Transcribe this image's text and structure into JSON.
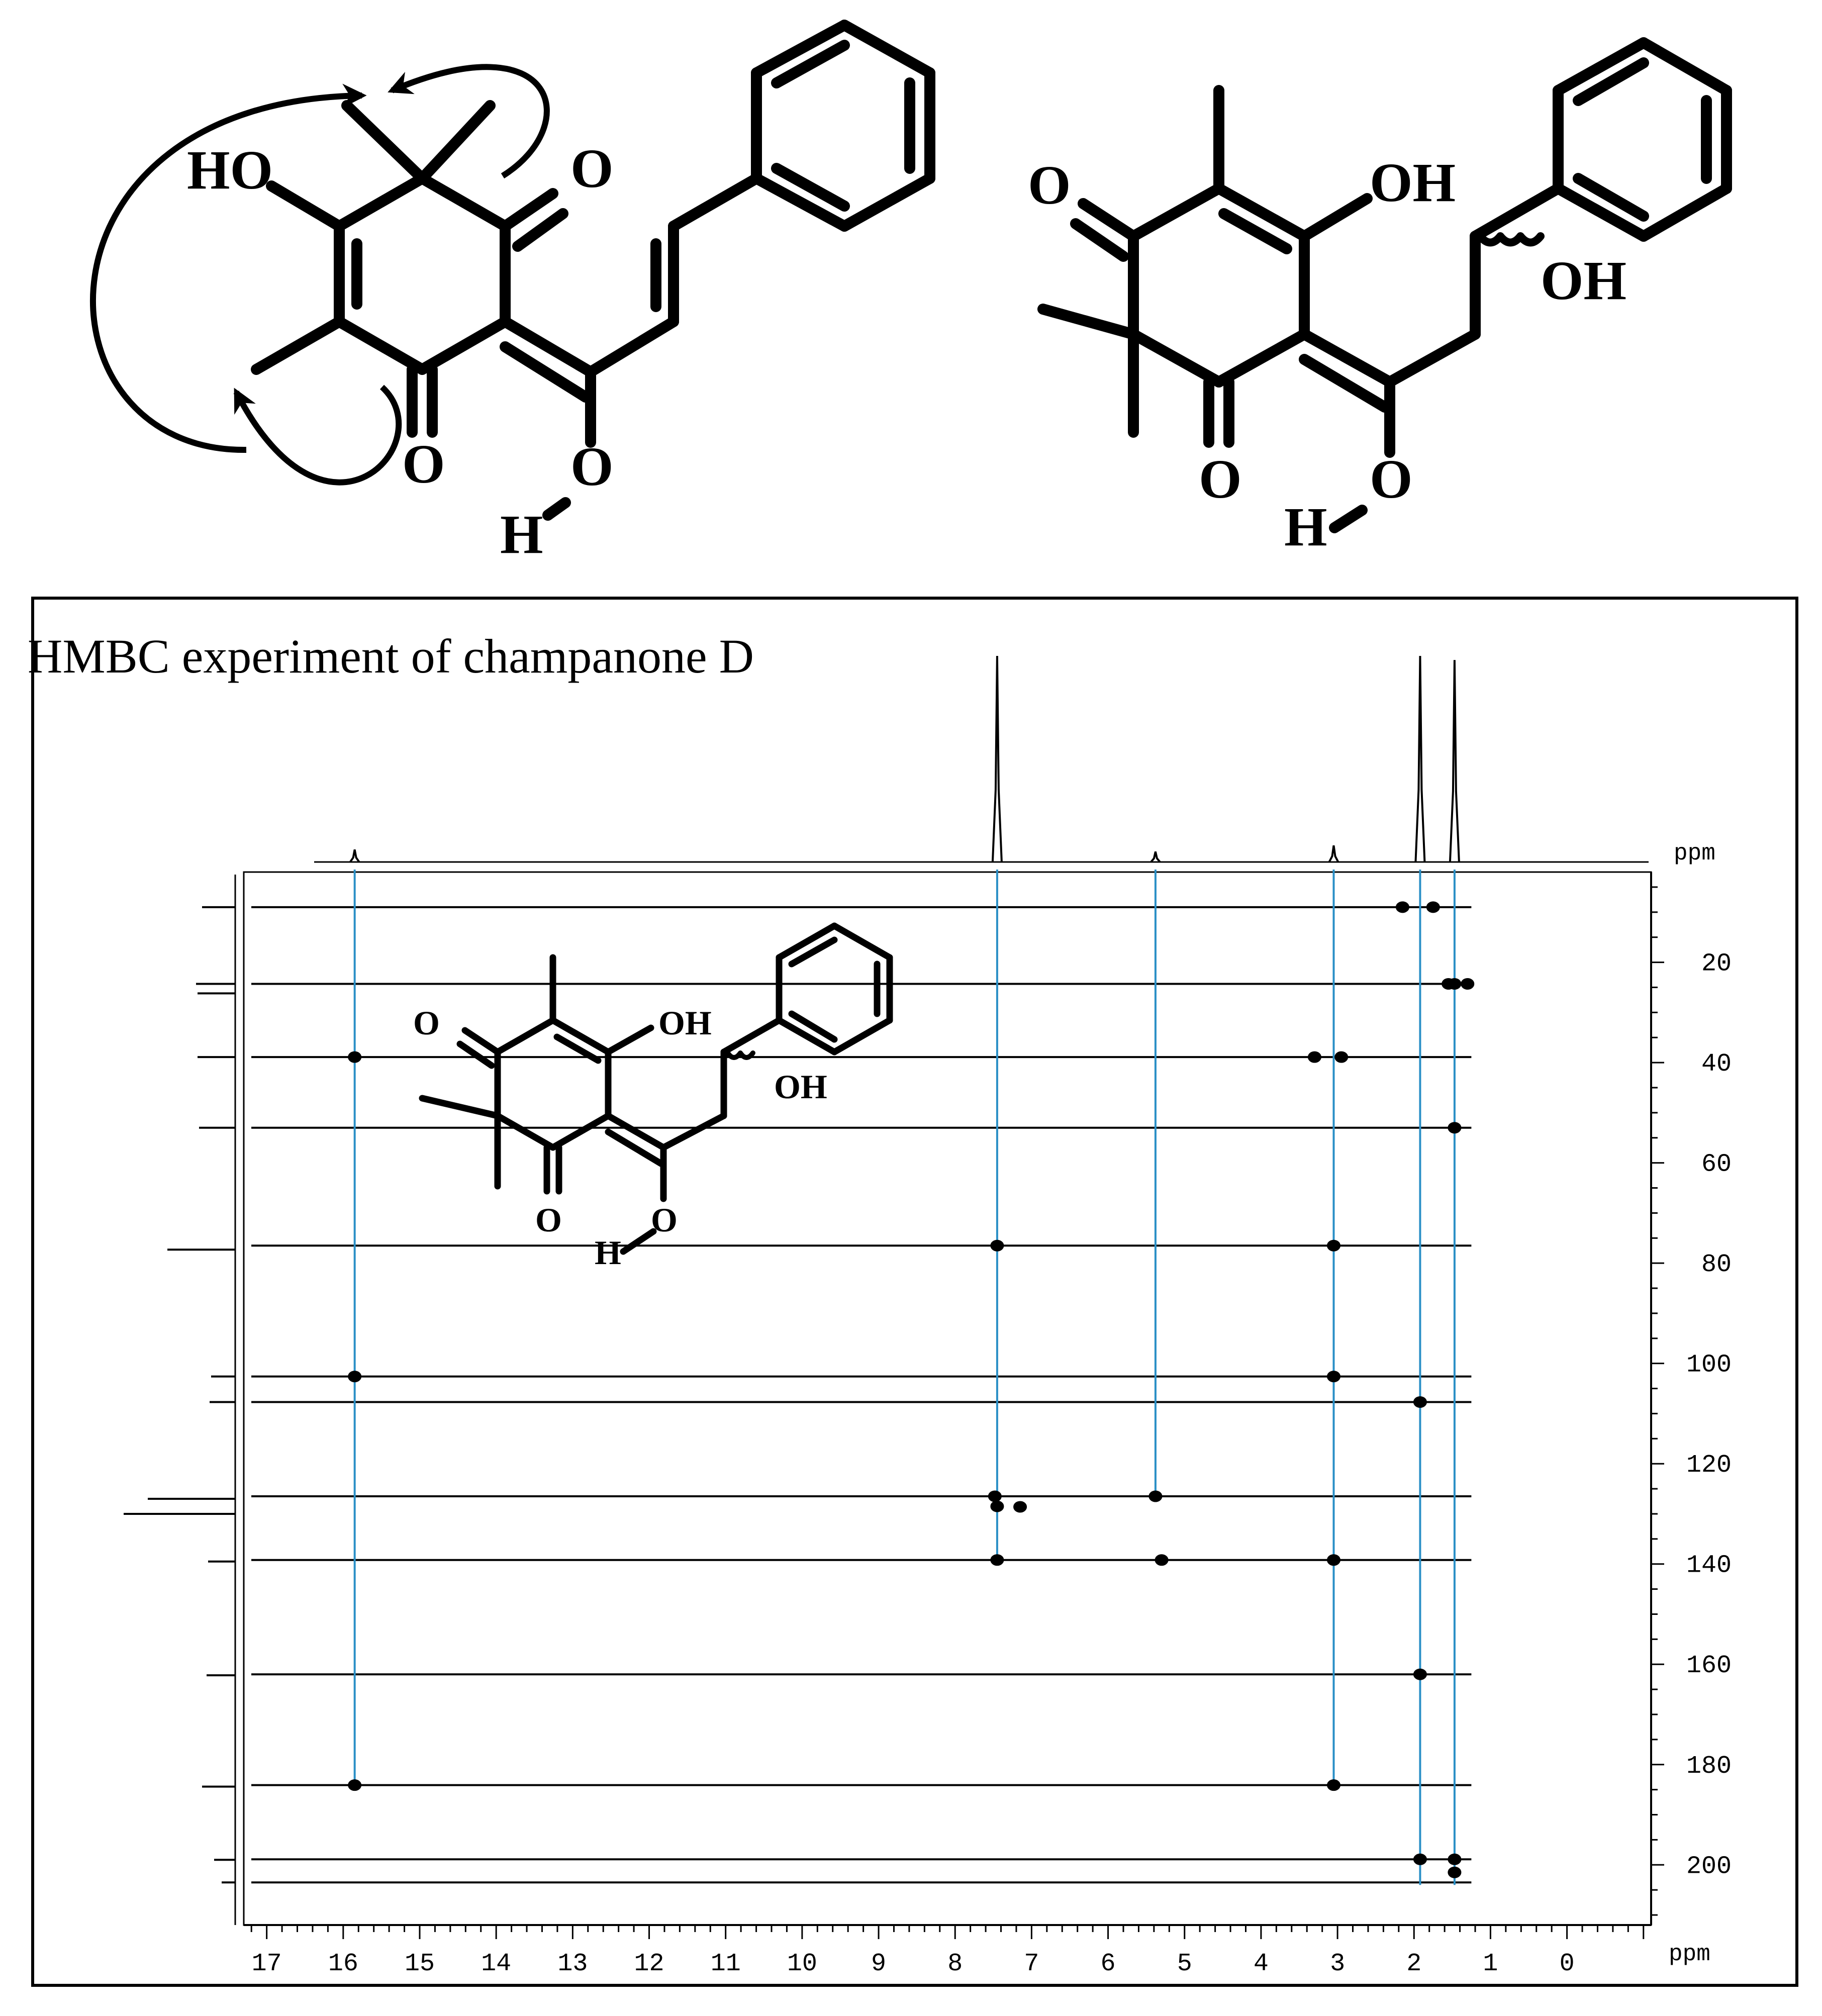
{
  "title": "HMBC experiment of champanone D",
  "structures": {
    "top_left": {
      "atoms": [
        "HO",
        "O",
        "O",
        "O",
        "H"
      ]
    },
    "top_right": {
      "atoms": [
        "O",
        "OH",
        "OH",
        "O",
        "O",
        "H"
      ]
    },
    "inset": {
      "atoms": [
        "O",
        "OH",
        "OH",
        "O",
        "O",
        "H"
      ]
    }
  },
  "chart_data": {
    "type": "scatter",
    "subtype": "2D NMR HMBC contour plot",
    "title": "HMBC experiment of champanone D",
    "x_axis": {
      "unit": "ppm",
      "range": [
        17.3,
        -1.1
      ],
      "reversed": true,
      "ticks": [
        17,
        16,
        15,
        14,
        13,
        12,
        11,
        10,
        9,
        8,
        7,
        6,
        5,
        4,
        3,
        2,
        1,
        0
      ]
    },
    "y_axis": {
      "unit": "ppm",
      "range": [
        2,
        212
      ],
      "reversed": true,
      "ticks": [
        20,
        40,
        60,
        80,
        100,
        120,
        140,
        160,
        180,
        200
      ]
    },
    "proton_projection": [
      {
        "ppm": 15.85,
        "height": 0.06
      },
      {
        "ppm": 7.45,
        "height": 1.0
      },
      {
        "ppm": 5.38,
        "height": 0.05
      },
      {
        "ppm": 3.05,
        "height": 0.08
      },
      {
        "ppm": 1.92,
        "height": 1.0
      },
      {
        "ppm": 1.47,
        "height": 0.98
      }
    ],
    "carbon_projection": [
      {
        "ppm": 9.0,
        "height": 0.22
      },
      {
        "ppm": 24.3,
        "height": 0.26
      },
      {
        "ppm": 26.2,
        "height": 0.25
      },
      {
        "ppm": 38.9,
        "height": 0.25
      },
      {
        "ppm": 53.0,
        "height": 0.24
      },
      {
        "ppm": 77.3,
        "height": 0.45
      },
      {
        "ppm": 102.6,
        "height": 0.16
      },
      {
        "ppm": 107.7,
        "height": 0.17
      },
      {
        "ppm": 127.0,
        "height": 0.58
      },
      {
        "ppm": 130.0,
        "height": 0.74
      },
      {
        "ppm": 139.5,
        "height": 0.18
      },
      {
        "ppm": 162.2,
        "height": 0.19
      },
      {
        "ppm": 184.4,
        "height": 0.22
      },
      {
        "ppm": 199.0,
        "height": 0.14
      },
      {
        "ppm": 203.5,
        "height": 0.09
      }
    ],
    "correlation_lines_c_ppm": [
      9.0,
      24.3,
      38.9,
      53.0,
      76.5,
      102.6,
      107.7,
      126.5,
      139.2,
      162.0,
      184.1,
      198.9,
      203.5
    ],
    "guide_lines_h_ppm": [
      15.85,
      7.45,
      5.38,
      3.05,
      1.92,
      1.47
    ],
    "cross_peaks": [
      {
        "h": 2.15,
        "c": 9.0
      },
      {
        "h": 1.75,
        "c": 9.0
      },
      {
        "h": 1.55,
        "c": 24.3
      },
      {
        "h": 1.47,
        "c": 24.3
      },
      {
        "h": 1.3,
        "c": 24.3
      },
      {
        "h": 15.85,
        "c": 38.9
      },
      {
        "h": 3.3,
        "c": 38.9
      },
      {
        "h": 2.95,
        "c": 38.9
      },
      {
        "h": 1.47,
        "c": 53.0
      },
      {
        "h": 7.45,
        "c": 76.5
      },
      {
        "h": 3.05,
        "c": 76.5
      },
      {
        "h": 15.85,
        "c": 102.6
      },
      {
        "h": 3.05,
        "c": 102.6
      },
      {
        "h": 1.92,
        "c": 107.7
      },
      {
        "h": 7.48,
        "c": 126.5
      },
      {
        "h": 7.45,
        "c": 128.5
      },
      {
        "h": 7.15,
        "c": 128.6
      },
      {
        "h": 5.38,
        "c": 126.5
      },
      {
        "h": 7.45,
        "c": 139.2
      },
      {
        "h": 5.3,
        "c": 139.2
      },
      {
        "h": 3.05,
        "c": 139.2
      },
      {
        "h": 1.92,
        "c": 162.0
      },
      {
        "h": 15.85,
        "c": 184.1
      },
      {
        "h": 3.05,
        "c": 184.1
      },
      {
        "h": 1.92,
        "c": 198.9
      },
      {
        "h": 1.47,
        "c": 198.9
      },
      {
        "h": 1.47,
        "c": 201.5
      }
    ],
    "colors": {
      "guide_lines": "#2a8fc6",
      "ink": "#000000"
    }
  }
}
